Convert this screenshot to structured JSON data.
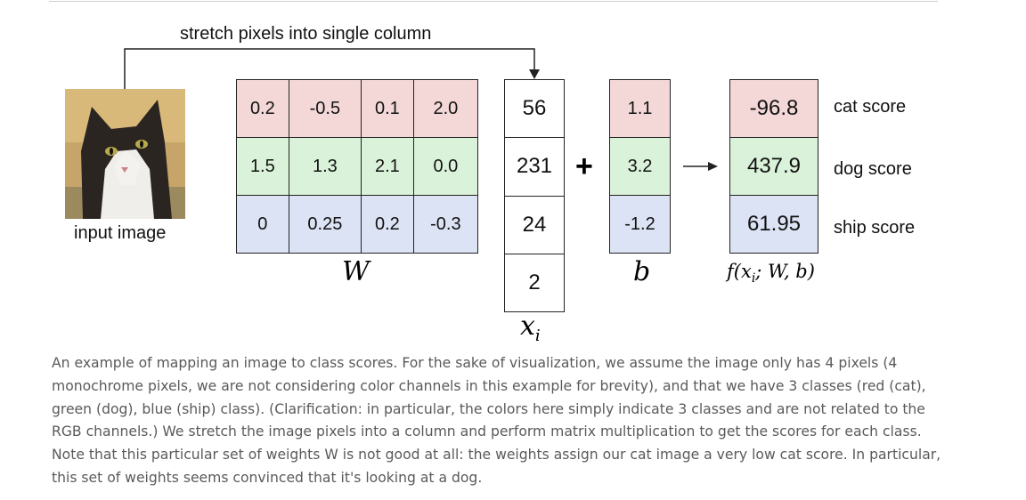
{
  "diagram": {
    "arrow_label": "stretch pixels into single column",
    "input_label": "input image",
    "W": {
      "label": "W",
      "rows": [
        [
          "0.2",
          "-0.5",
          "0.1",
          "2.0"
        ],
        [
          "1.5",
          "1.3",
          "2.1",
          "0.0"
        ],
        [
          "0",
          "0.25",
          "0.2",
          "-0.3"
        ]
      ]
    },
    "x": {
      "label": "x",
      "sub": "i",
      "values": [
        "56",
        "231",
        "24",
        "2"
      ]
    },
    "plus": "+",
    "b": {
      "label": "b",
      "values": [
        "1.1",
        "3.2",
        "-1.2"
      ]
    },
    "f": {
      "label": "f(x",
      "label_sub": "i",
      "label_rest": "; W, b)",
      "values": [
        "-96.8",
        "437.9",
        "61.95"
      ]
    },
    "score_labels": [
      "cat score",
      "dog score",
      "ship score"
    ],
    "colors": {
      "cat": "#f4d8d8",
      "dog": "#daf2da",
      "ship": "#dce3f4"
    }
  },
  "caption": "An example of mapping an image to class scores. For the sake of visualization, we assume the image only has 4 pixels (4 monochrome pixels, we are not considering color channels in this example for brevity), and that we have 3 classes (red (cat), green (dog), blue (ship) class). (Clarification: in particular, the colors here simply indicate 3 classes and are not related to the RGB channels.) We stretch the image pixels into a column and perform matrix multiplication to get the scores for each class. Note that this particular set of weights W is not good at all: the weights assign our cat image a very low cat score. In particular, this set of weights seems convinced that it's looking at a dog."
}
